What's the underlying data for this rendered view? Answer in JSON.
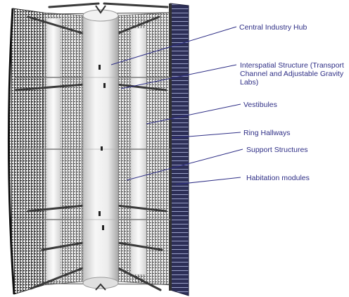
{
  "colors": {
    "line": "#2f2f86",
    "label": "#2f2f86",
    "panel_dark": "#1a1a1a",
    "panel_grey": "#8c8c8c",
    "hub_light": "#f4f4f4",
    "hub_shade": "#b9b9b9",
    "outer_wall": "#27284a"
  },
  "callouts": [
    {
      "id": "central-industry-hub",
      "lines": [
        "Central Industry Hub"
      ]
    },
    {
      "id": "interspatial-structure",
      "lines": [
        "Interspatial Structure (Transport",
        "Channel and Adjustable Gravity",
        "Labs)"
      ]
    },
    {
      "id": "vestibules",
      "lines": [
        "Vestibules"
      ]
    },
    {
      "id": "ring-hallways",
      "lines": [
        "Ring Hallways"
      ]
    },
    {
      "id": "support-structures",
      "lines": [
        "Support Structures"
      ]
    },
    {
      "id": "habitation-modules",
      "lines": [
        "Habitation modules"
      ]
    }
  ]
}
